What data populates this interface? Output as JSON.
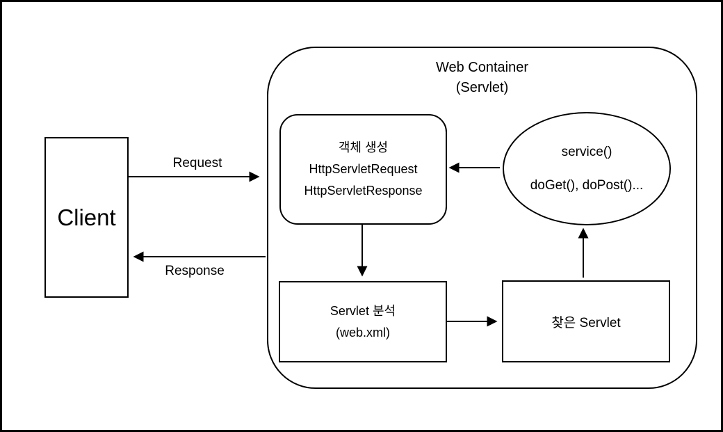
{
  "diagram": {
    "client": {
      "label": "Client"
    },
    "web_container": {
      "title_line1": "Web Container",
      "title_line2": "(Servlet)"
    },
    "object_creation": {
      "lines": [
        "객체 생성",
        "HttpServletRequest",
        "HttpServletResponse"
      ]
    },
    "service_ellipse": {
      "line1": "service()",
      "line2": "doGet(), doPost()..."
    },
    "servlet_analysis": {
      "line1": "Servlet 분석",
      "line2": "(web.xml)"
    },
    "found_servlet": {
      "label": "찾은 Servlet"
    },
    "edges": {
      "request_label": "Request",
      "response_label": "Response"
    },
    "colors": {
      "stroke": "#000000",
      "background": "#ffffff"
    }
  }
}
